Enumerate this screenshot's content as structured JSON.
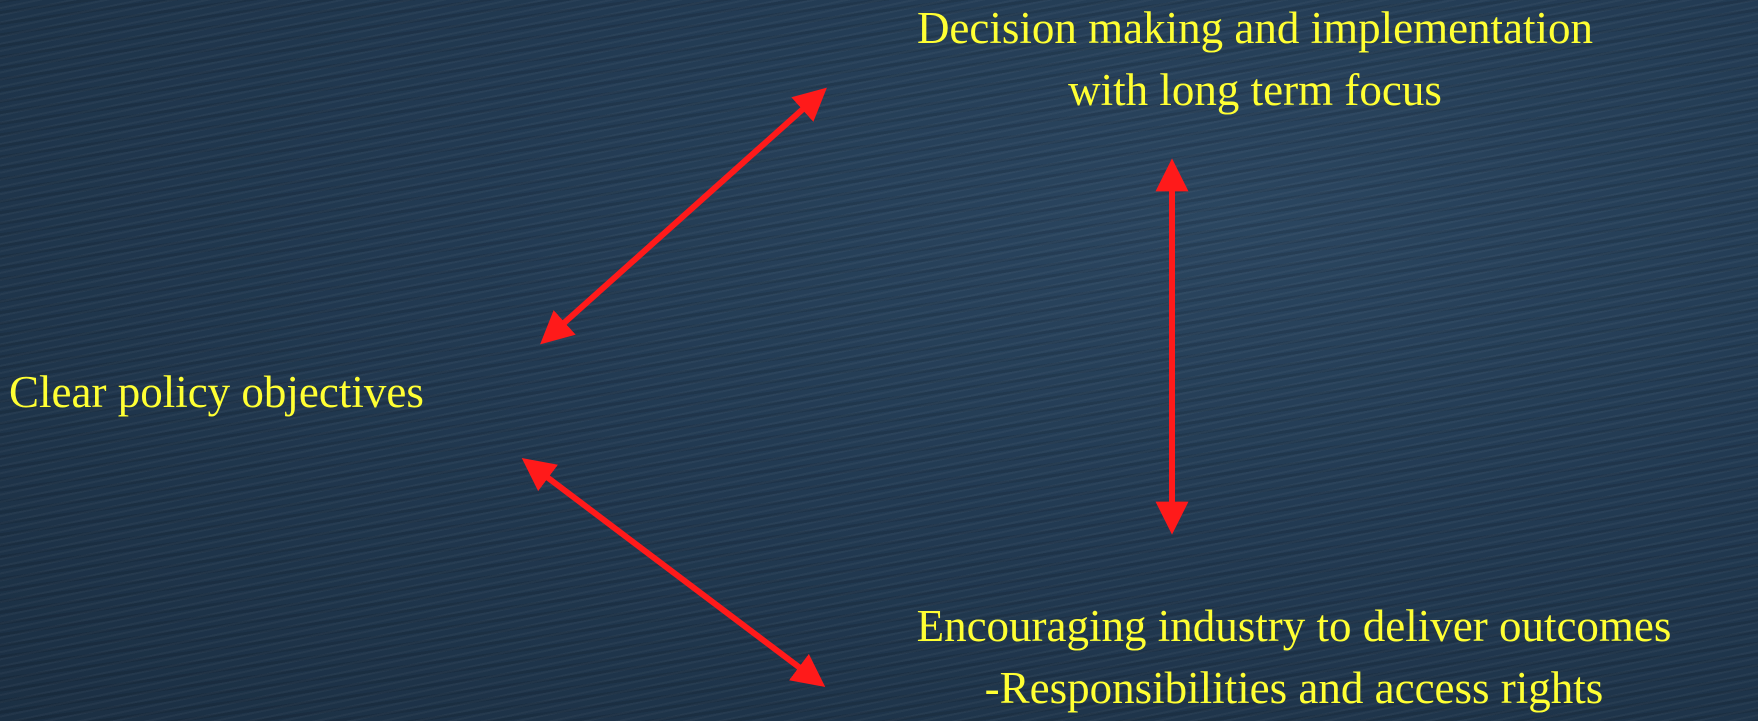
{
  "diagram": {
    "top_node": {
      "lines": [
        "Decision making and implementation",
        "with long term focus"
      ]
    },
    "left_node": {
      "label": "Clear policy objectives"
    },
    "bottom_node": {
      "lines": [
        "Encouraging industry to deliver outcomes",
        "-Responsibilities and access rights"
      ]
    },
    "connections": [
      {
        "from": "left_node",
        "to": "top_node",
        "type": "double-arrow"
      },
      {
        "from": "top_node",
        "to": "bottom_node",
        "type": "double-arrow"
      },
      {
        "from": "left_node",
        "to": "bottom_node",
        "type": "double-arrow"
      }
    ]
  },
  "colors": {
    "text": "#ffff33",
    "arrow": "#ff1a1a",
    "background": "#213850"
  }
}
